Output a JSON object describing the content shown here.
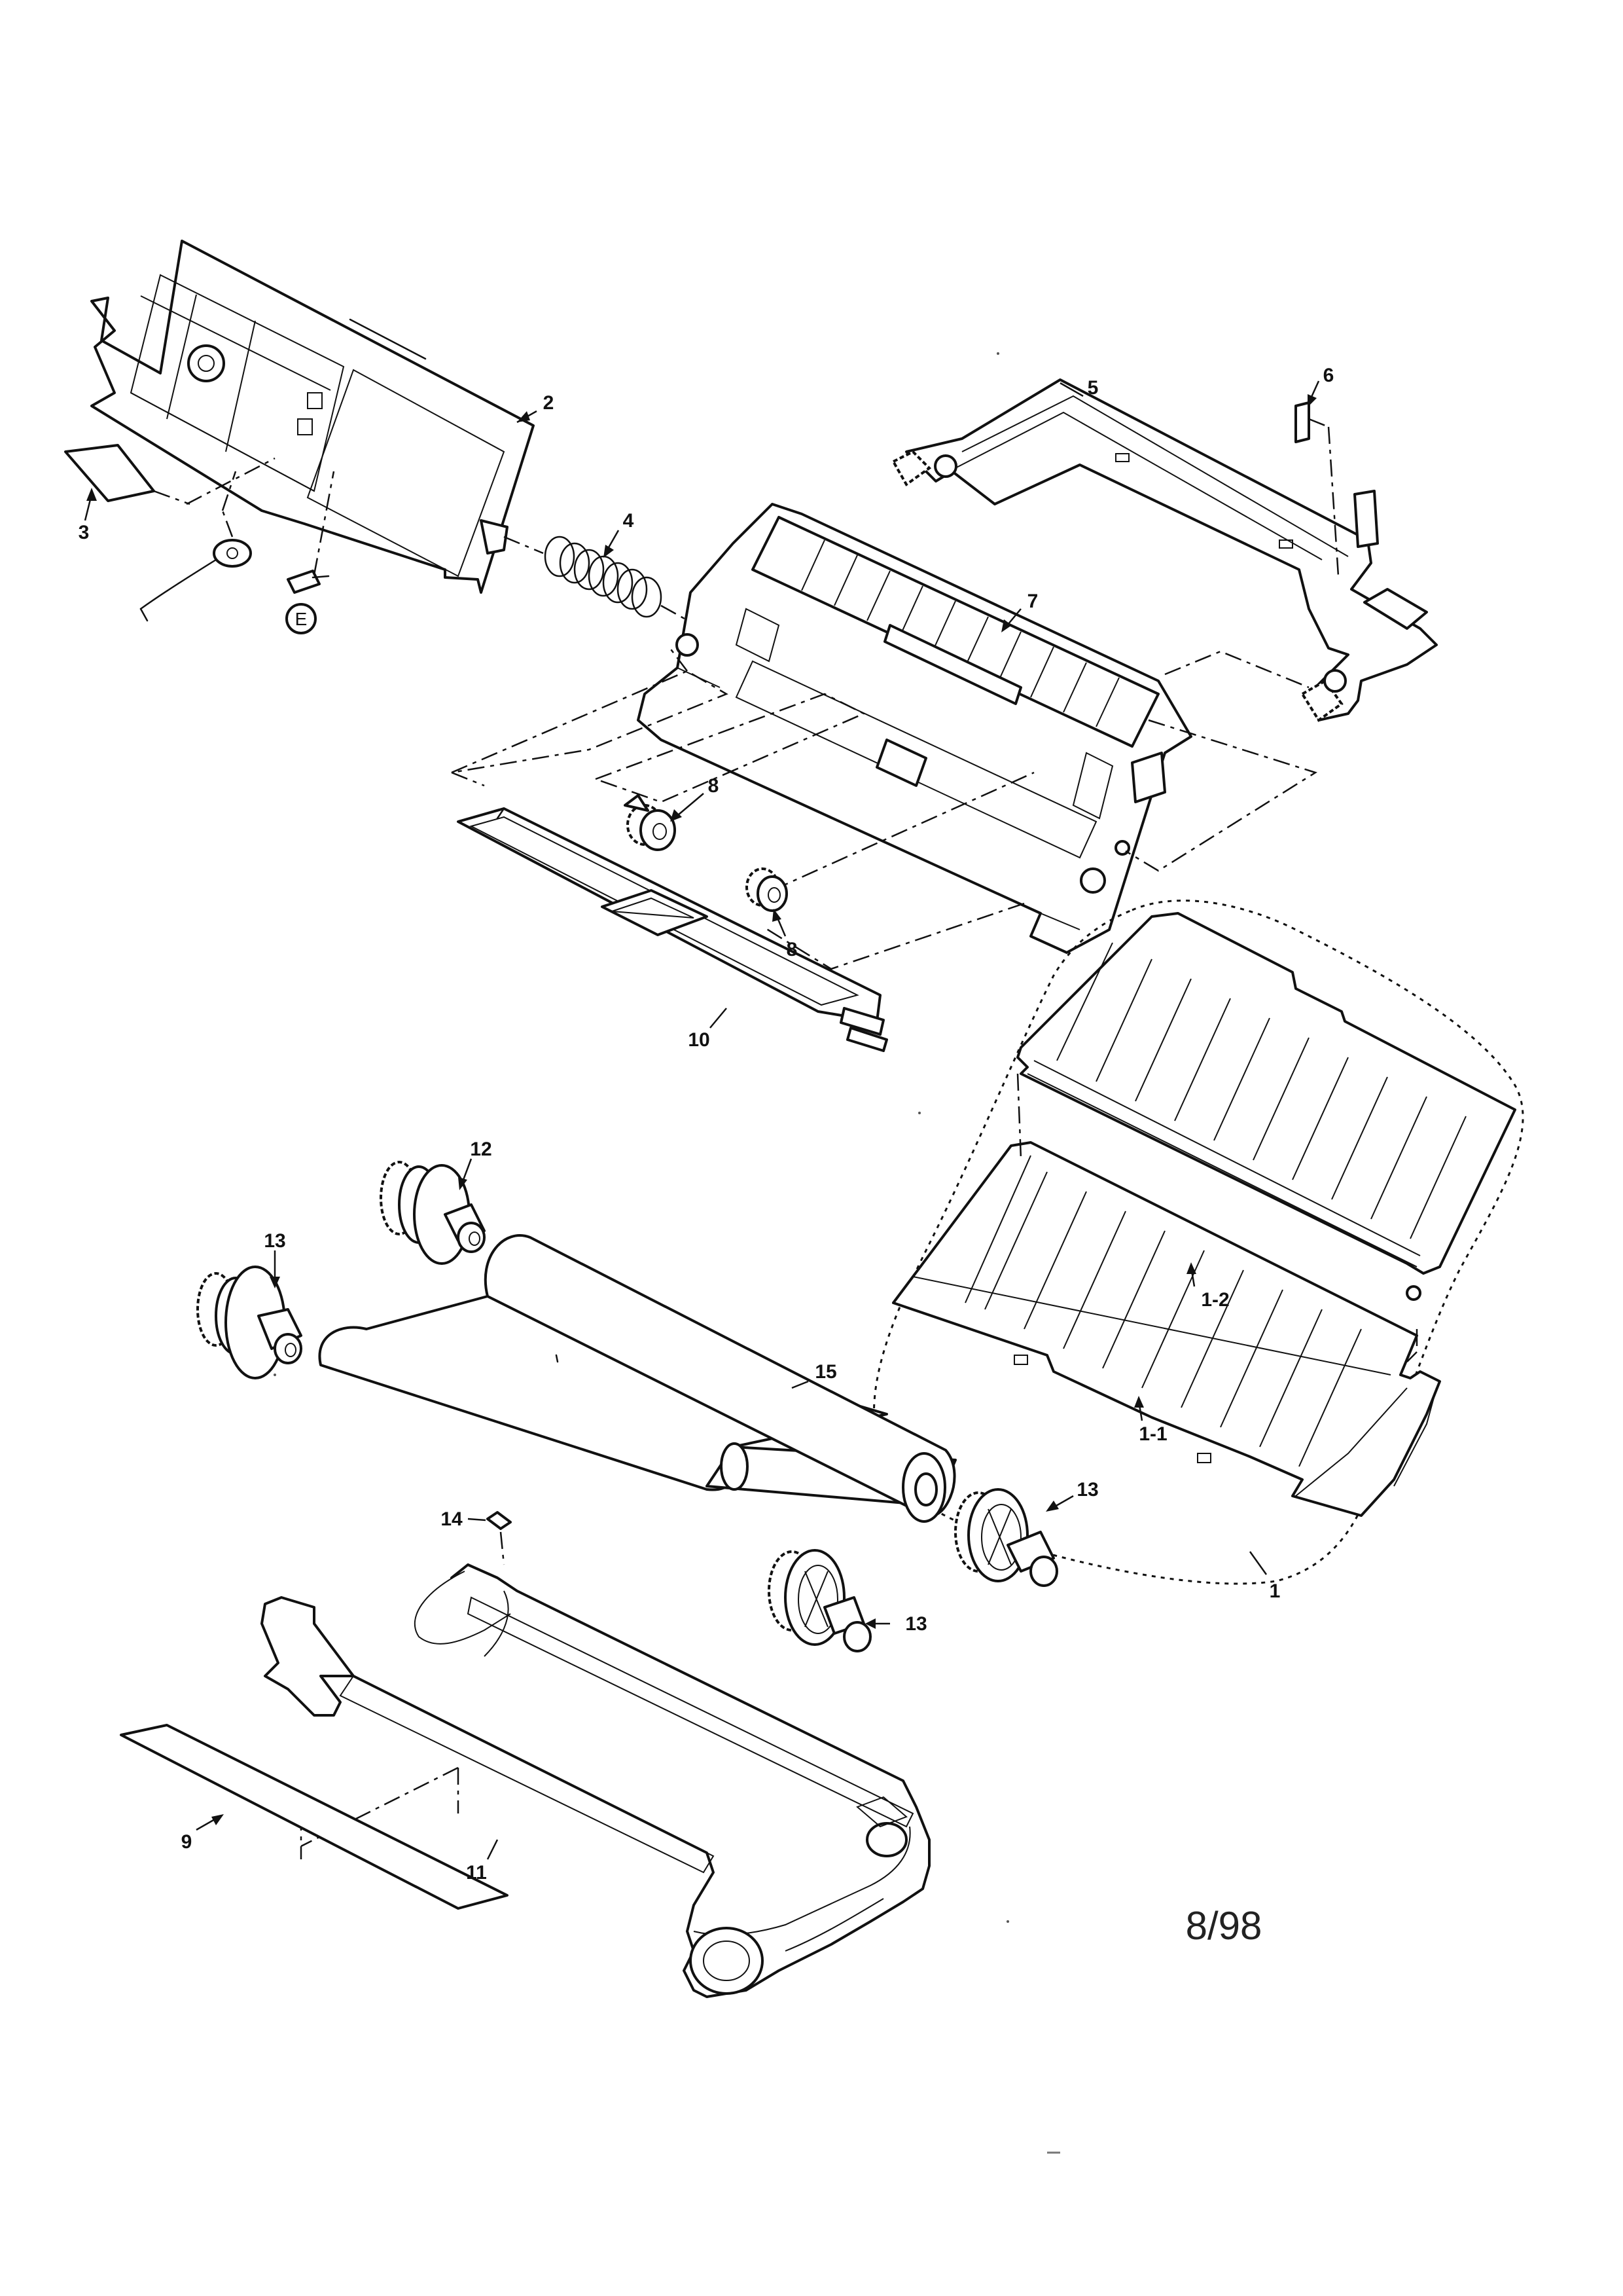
{
  "callouts": {
    "c1": "1",
    "c1_1": "1-1",
    "c1_2": "1-2",
    "c2": "2",
    "c3": "3",
    "c4": "4",
    "c5": "5",
    "c6": "6",
    "c7": "7",
    "c8a": "8",
    "c8b": "8",
    "c9": "9",
    "c10": "10",
    "c11": "11",
    "c12": "12",
    "c13a": "13",
    "c13b": "13",
    "c13c": "13",
    "c14": "14",
    "c15": "15"
  },
  "screw_mark": "E",
  "page_date": "8/98",
  "colors": {
    "ink": "#111111",
    "paper": "#ffffff"
  }
}
